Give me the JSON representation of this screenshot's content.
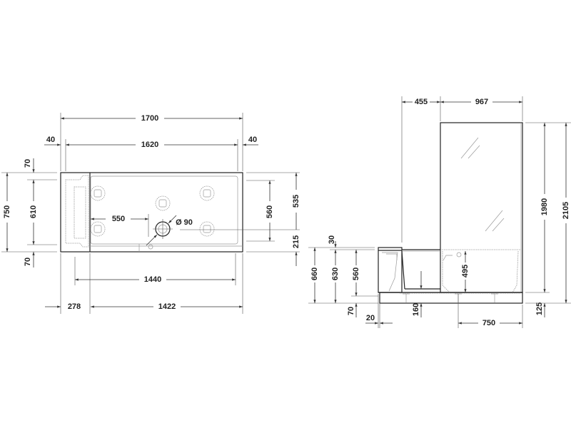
{
  "top_view": {
    "overall_length": "1700",
    "inner_length": "1620",
    "margin_left": "40",
    "margin_right": "40",
    "overall_width": "750",
    "inner_width": "610",
    "margin_top": "70",
    "margin_bottom": "70",
    "drain_offset": "550",
    "drain_diameter": "Ø 90",
    "jet_spacing": "560",
    "edge_to_drain_top": "535",
    "edge_to_drain_bottom": "215",
    "basin_length": "1440",
    "seat_length": "278",
    "tub_length": "1422"
  },
  "side_view": {
    "seat_width": "455",
    "glass_width": "967",
    "glass_height": "1980",
    "total_height": "2105",
    "top_thickness": "30",
    "height_660": "660",
    "height_630": "630",
    "height_560": "560",
    "height_495": "495",
    "plinth_70": "70",
    "offset_20": "20",
    "step_160": "160",
    "feet_750": "750",
    "base_125": "125"
  }
}
